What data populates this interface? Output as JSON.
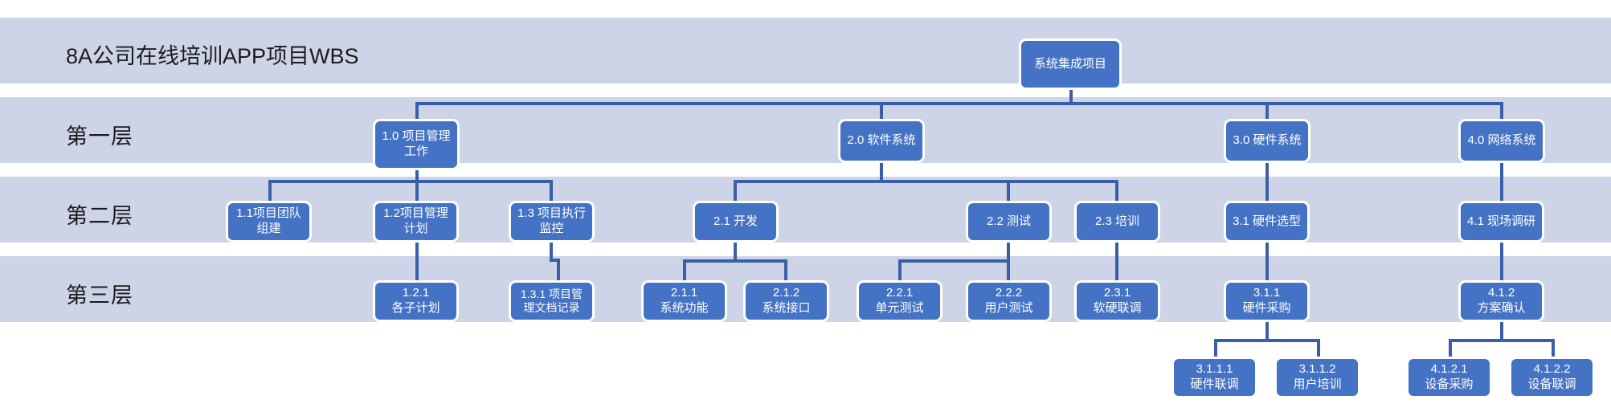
{
  "title": "8A公司在线培训APP项目WBS",
  "colors": {
    "band": "#ced4e8",
    "node_fill": "#4472c4",
    "node_border": "#ffffff",
    "connector": "#3b5fa6",
    "text": "#ffffff",
    "label_text": "#1b1b1b",
    "page_background": "#ffffff"
  },
  "row_labels": [
    {
      "label": "第一层"
    },
    {
      "label": "第二层"
    },
    {
      "label": "第三层"
    }
  ],
  "chart_data": {
    "type": "diagram",
    "diagram_kind": "work-breakdown-structure",
    "title": "8A公司在线培训APP项目WBS",
    "levels": [
      "第一层",
      "第二层",
      "第三层"
    ],
    "root": {
      "id": "0",
      "label": "系统集成项目"
    },
    "nodes": [
      {
        "id": "0",
        "code": "",
        "name": "系统集成项目",
        "level": 0,
        "parent": null
      },
      {
        "id": "1.0",
        "code": "1.0",
        "name": "项目管理工作",
        "level": 1,
        "parent": "0"
      },
      {
        "id": "2.0",
        "code": "2.0",
        "name": "软件系统",
        "level": 1,
        "parent": "0"
      },
      {
        "id": "3.0",
        "code": "3.0",
        "name": "硬件系统",
        "level": 1,
        "parent": "0"
      },
      {
        "id": "4.0",
        "code": "4.0",
        "name": "网络系统",
        "level": 1,
        "parent": "0"
      },
      {
        "id": "1.1",
        "code": "1.1",
        "name": "项目团队组建",
        "level": 2,
        "parent": "1.0"
      },
      {
        "id": "1.2",
        "code": "1.2",
        "name": "项目管理计划",
        "level": 2,
        "parent": "1.0"
      },
      {
        "id": "1.3",
        "code": "1.3",
        "name": "项目执行监控",
        "level": 2,
        "parent": "1.0"
      },
      {
        "id": "2.1",
        "code": "2.1",
        "name": "开发",
        "level": 2,
        "parent": "2.0"
      },
      {
        "id": "2.2",
        "code": "2.2",
        "name": "测试",
        "level": 2,
        "parent": "2.0"
      },
      {
        "id": "2.3",
        "code": "2.3",
        "name": "培训",
        "level": 2,
        "parent": "2.0"
      },
      {
        "id": "3.1",
        "code": "3.1",
        "name": "硬件选型",
        "level": 2,
        "parent": "3.0"
      },
      {
        "id": "4.1",
        "code": "4.1",
        "name": "现场调研",
        "level": 2,
        "parent": "4.0"
      },
      {
        "id": "1.2.1",
        "code": "1.2.1",
        "name": "各子计划",
        "level": 3,
        "parent": "1.2"
      },
      {
        "id": "1.3.1",
        "code": "1.3.1",
        "name": "项目管理文档记录",
        "level": 3,
        "parent": "1.3"
      },
      {
        "id": "2.1.1",
        "code": "2.1.1",
        "name": "系统功能",
        "level": 3,
        "parent": "2.1"
      },
      {
        "id": "2.1.2",
        "code": "2.1.2",
        "name": "系统接口",
        "level": 3,
        "parent": "2.1"
      },
      {
        "id": "2.2.1",
        "code": "2.2.1",
        "name": "单元测试",
        "level": 3,
        "parent": "2.2"
      },
      {
        "id": "2.2.2",
        "code": "2.2.2",
        "name": "用户测试",
        "level": 3,
        "parent": "2.2"
      },
      {
        "id": "2.3.1",
        "code": "2.3.1",
        "name": "软硬联调",
        "level": 3,
        "parent": "2.3"
      },
      {
        "id": "3.1.1",
        "code": "3.1.1",
        "name": "硬件采购",
        "level": 3,
        "parent": "3.1"
      },
      {
        "id": "4.1.2",
        "code": "4.1.2",
        "name": "方案确认",
        "level": 3,
        "parent": "4.1"
      },
      {
        "id": "3.1.1.1",
        "code": "3.1.1.1",
        "name": "硬件联调",
        "level": 4,
        "parent": "3.1.1"
      },
      {
        "id": "3.1.1.2",
        "code": "3.1.1.2",
        "name": "用户培训",
        "level": 4,
        "parent": "3.1.1"
      },
      {
        "id": "4.1.2.1",
        "code": "4.1.2.1",
        "name": "设备采购",
        "level": 4,
        "parent": "4.1.2"
      },
      {
        "id": "4.1.2.2",
        "code": "4.1.2.2",
        "name": "设备联调",
        "level": 4,
        "parent": "4.1.2"
      }
    ]
  },
  "nodes": {
    "root": {
      "l1": "系统集成项目",
      "l2": ""
    },
    "n1_0": {
      "l1": "1.0 项目管理",
      "l2": "工作"
    },
    "n2_0": {
      "l1": "2.0 软件系统",
      "l2": ""
    },
    "n3_0": {
      "l1": "3.0 硬件系统",
      "l2": ""
    },
    "n4_0": {
      "l1": "4.0 网络系统",
      "l2": ""
    },
    "n1_1": {
      "l1": "1.1项目团队",
      "l2": "组建"
    },
    "n1_2": {
      "l1": "1.2项目管理",
      "l2": "计划"
    },
    "n1_3": {
      "l1": "1.3 项目执行",
      "l2": "监控"
    },
    "n2_1": {
      "l1": "2.1 开发",
      "l2": ""
    },
    "n2_2": {
      "l1": "2.2 测试",
      "l2": ""
    },
    "n2_3": {
      "l1": "2.3 培训",
      "l2": ""
    },
    "n3_1": {
      "l1": "3.1 硬件选型",
      "l2": ""
    },
    "n4_1": {
      "l1": "4.1 现场调研",
      "l2": ""
    },
    "n1_2_1": {
      "l1": "1.2.1",
      "l2": "各子计划"
    },
    "n1_3_1": {
      "l1": "1.3.1 项目管",
      "l2": "理文档记录"
    },
    "n2_1_1": {
      "l1": "2.1.1",
      "l2": "系统功能"
    },
    "n2_1_2": {
      "l1": "2.1.2",
      "l2": "系统接口"
    },
    "n2_2_1": {
      "l1": "2.2.1",
      "l2": "单元测试"
    },
    "n2_2_2": {
      "l1": "2.2.2",
      "l2": "用户测试"
    },
    "n2_3_1": {
      "l1": "2.3.1",
      "l2": "软硬联调"
    },
    "n3_1_1": {
      "l1": "3.1.1",
      "l2": "硬件采购"
    },
    "n4_1_2": {
      "l1": "4.1.2",
      "l2": "方案确认"
    },
    "n3_1_1_1": {
      "l1": "3.1.1.1",
      "l2": "硬件联调"
    },
    "n3_1_1_2": {
      "l1": "3.1.1.2",
      "l2": "用户培训"
    },
    "n4_1_2_1": {
      "l1": "4.1.2.1",
      "l2": "设备采购"
    },
    "n4_1_2_2": {
      "l1": "4.1.2.2",
      "l2": "设备联调"
    }
  }
}
